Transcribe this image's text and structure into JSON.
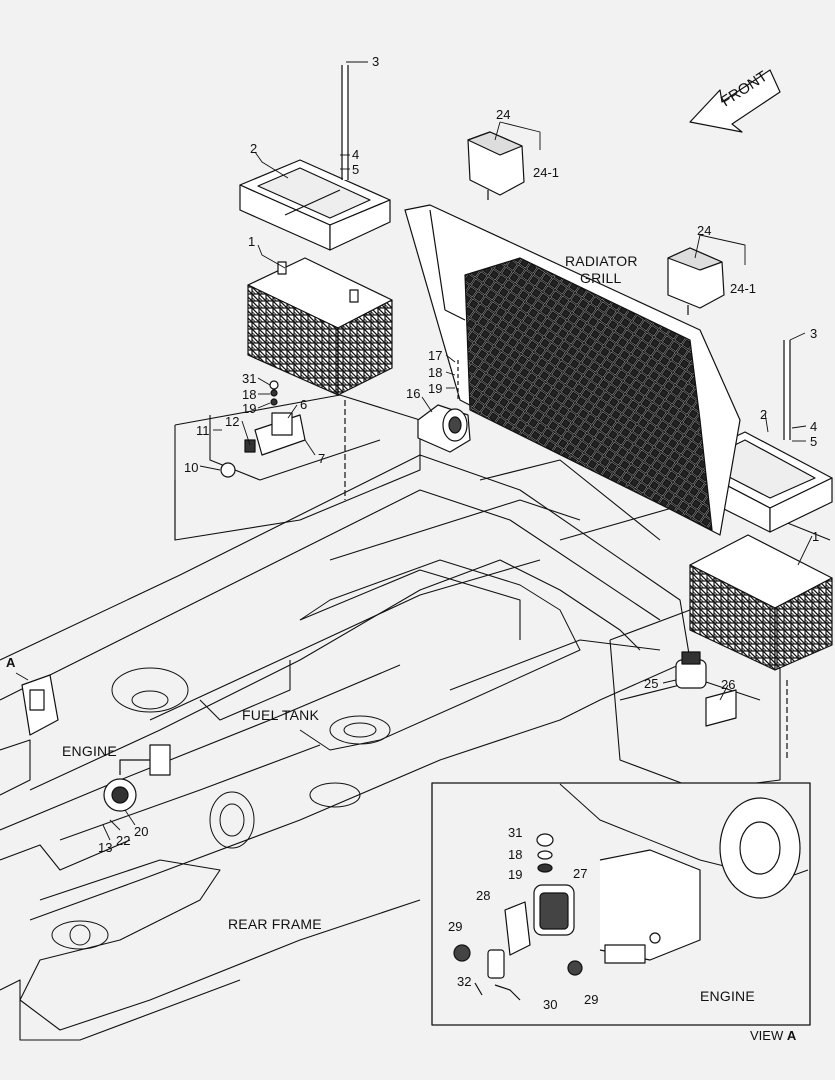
{
  "callouts": {
    "c3a": "3",
    "c2a": "2",
    "c4a": "4",
    "c5a": "5",
    "c1a": "1",
    "c24a": "24",
    "c24_1a": "24-1",
    "c24b": "24",
    "c24_1b": "24-1",
    "c17": "17",
    "c18a": "18",
    "c19a": "19",
    "c16": "16",
    "c31a": "31",
    "c18b": "18",
    "c19b": "19",
    "c6": "6",
    "c12": "12",
    "c11": "11",
    "c7": "7",
    "c10": "10",
    "c3b": "3",
    "c2b": "2",
    "c4b": "4",
    "c5b": "5",
    "c1b": "1",
    "c25": "25",
    "c26": "26",
    "cA": "A",
    "c13": "13",
    "c22": "22",
    "c20": "20",
    "c31c": "31",
    "c18c": "18",
    "c19c": "19",
    "c27": "27",
    "c28": "28",
    "c29a": "29",
    "c32": "32",
    "c30": "30",
    "c29b": "29"
  },
  "labels": {
    "front": "FRONT",
    "radiator_grill_1": "RADIATOR",
    "radiator_grill_2": "GRILL",
    "fuel_tank": "FUEL TANK",
    "engine_main": "ENGINE",
    "rear_frame": "REAR FRAME",
    "engine_inset": "ENGINE",
    "view_prefix": "VIEW",
    "view_letter": "A"
  }
}
